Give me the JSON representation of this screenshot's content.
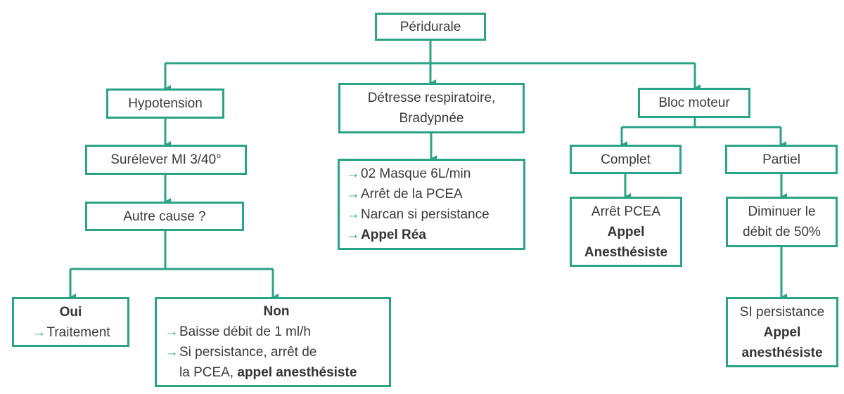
{
  "colors": {
    "accent": "#2aa386",
    "text": "#3a3a3a"
  },
  "icons": {
    "bullet": "right-arrow-icon"
  },
  "root": "Péridurale",
  "branches": {
    "hypotension": {
      "title": "Hypotension",
      "step1": "Surélever MI 3/40°",
      "question": "Autre cause ?",
      "oui": {
        "title": "Oui",
        "item": "Traitement"
      },
      "non": {
        "title": "Non",
        "item1": "Baisse débit de 1 ml/h",
        "item2_line1": "Si persistance, arrêt de",
        "item2_line2_plain": "la PCEA, ",
        "item2_line2_bold": "appel anesthésiste"
      }
    },
    "detresse": {
      "title_line1": "Détresse respiratoire,",
      "title_line2": "Bradypnée",
      "items": [
        "02 Masque 6L/min",
        "Arrêt de la PCEA",
        "Narcan si persistance"
      ],
      "item_bold": "Appel Réa"
    },
    "bloc": {
      "title": "Bloc moteur",
      "complet": {
        "title": "Complet",
        "line1": "Arrêt PCEA",
        "bold1": "Appel",
        "bold2": "Anesthésiste"
      },
      "partiel": {
        "title": "Partiel",
        "line1": "Diminuer le",
        "line2": "débit de 50%",
        "followup": {
          "line1": "SI persistance",
          "bold1": "Appel",
          "bold2": "anesthésiste"
        }
      }
    }
  }
}
